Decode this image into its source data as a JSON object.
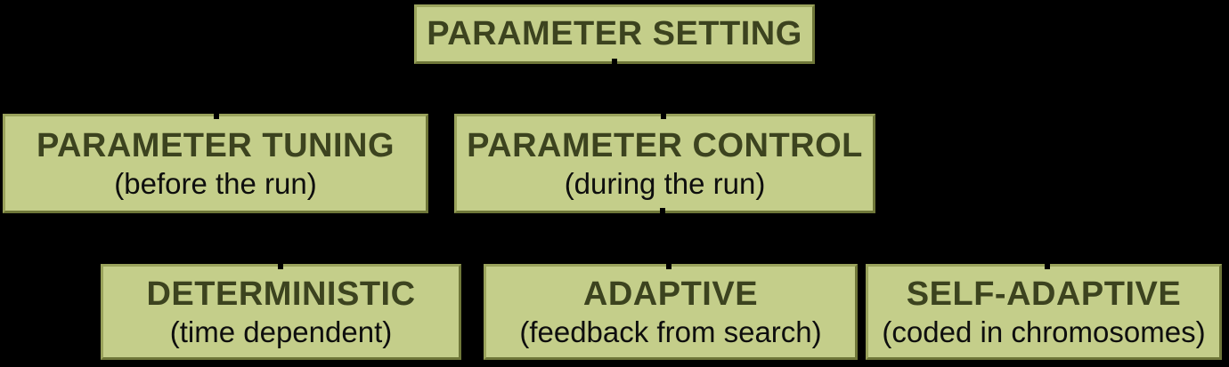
{
  "colors": {
    "background": "#000000",
    "box_fill": "#c4ce8a",
    "box_border_light": "#9aa35c",
    "box_border_dark": "#6f7739",
    "title_color": "#3c431f",
    "subtitle_color": "#0e0e0e"
  },
  "nodes": {
    "root": {
      "title": "PARAMETER SETTING"
    },
    "tuning": {
      "title": "PARAMETER TUNING",
      "subtitle": "(before the run)"
    },
    "control": {
      "title": "PARAMETER CONTROL",
      "subtitle": "(during the run)"
    },
    "deterministic": {
      "title": "DETERMINISTIC",
      "subtitle": "(time dependent)"
    },
    "adaptive": {
      "title": "ADAPTIVE",
      "subtitle": "(feedback from search)"
    },
    "self_adaptive": {
      "title": "SELF-ADAPTIVE",
      "subtitle": "(coded in chromosomes)"
    }
  },
  "hierarchy": {
    "root": "PARAMETER SETTING",
    "children_of_root": [
      "PARAMETER TUNING",
      "PARAMETER CONTROL"
    ],
    "children_of_parameter_control": [
      "DETERMINISTIC",
      "ADAPTIVE",
      "SELF-ADAPTIVE"
    ]
  }
}
